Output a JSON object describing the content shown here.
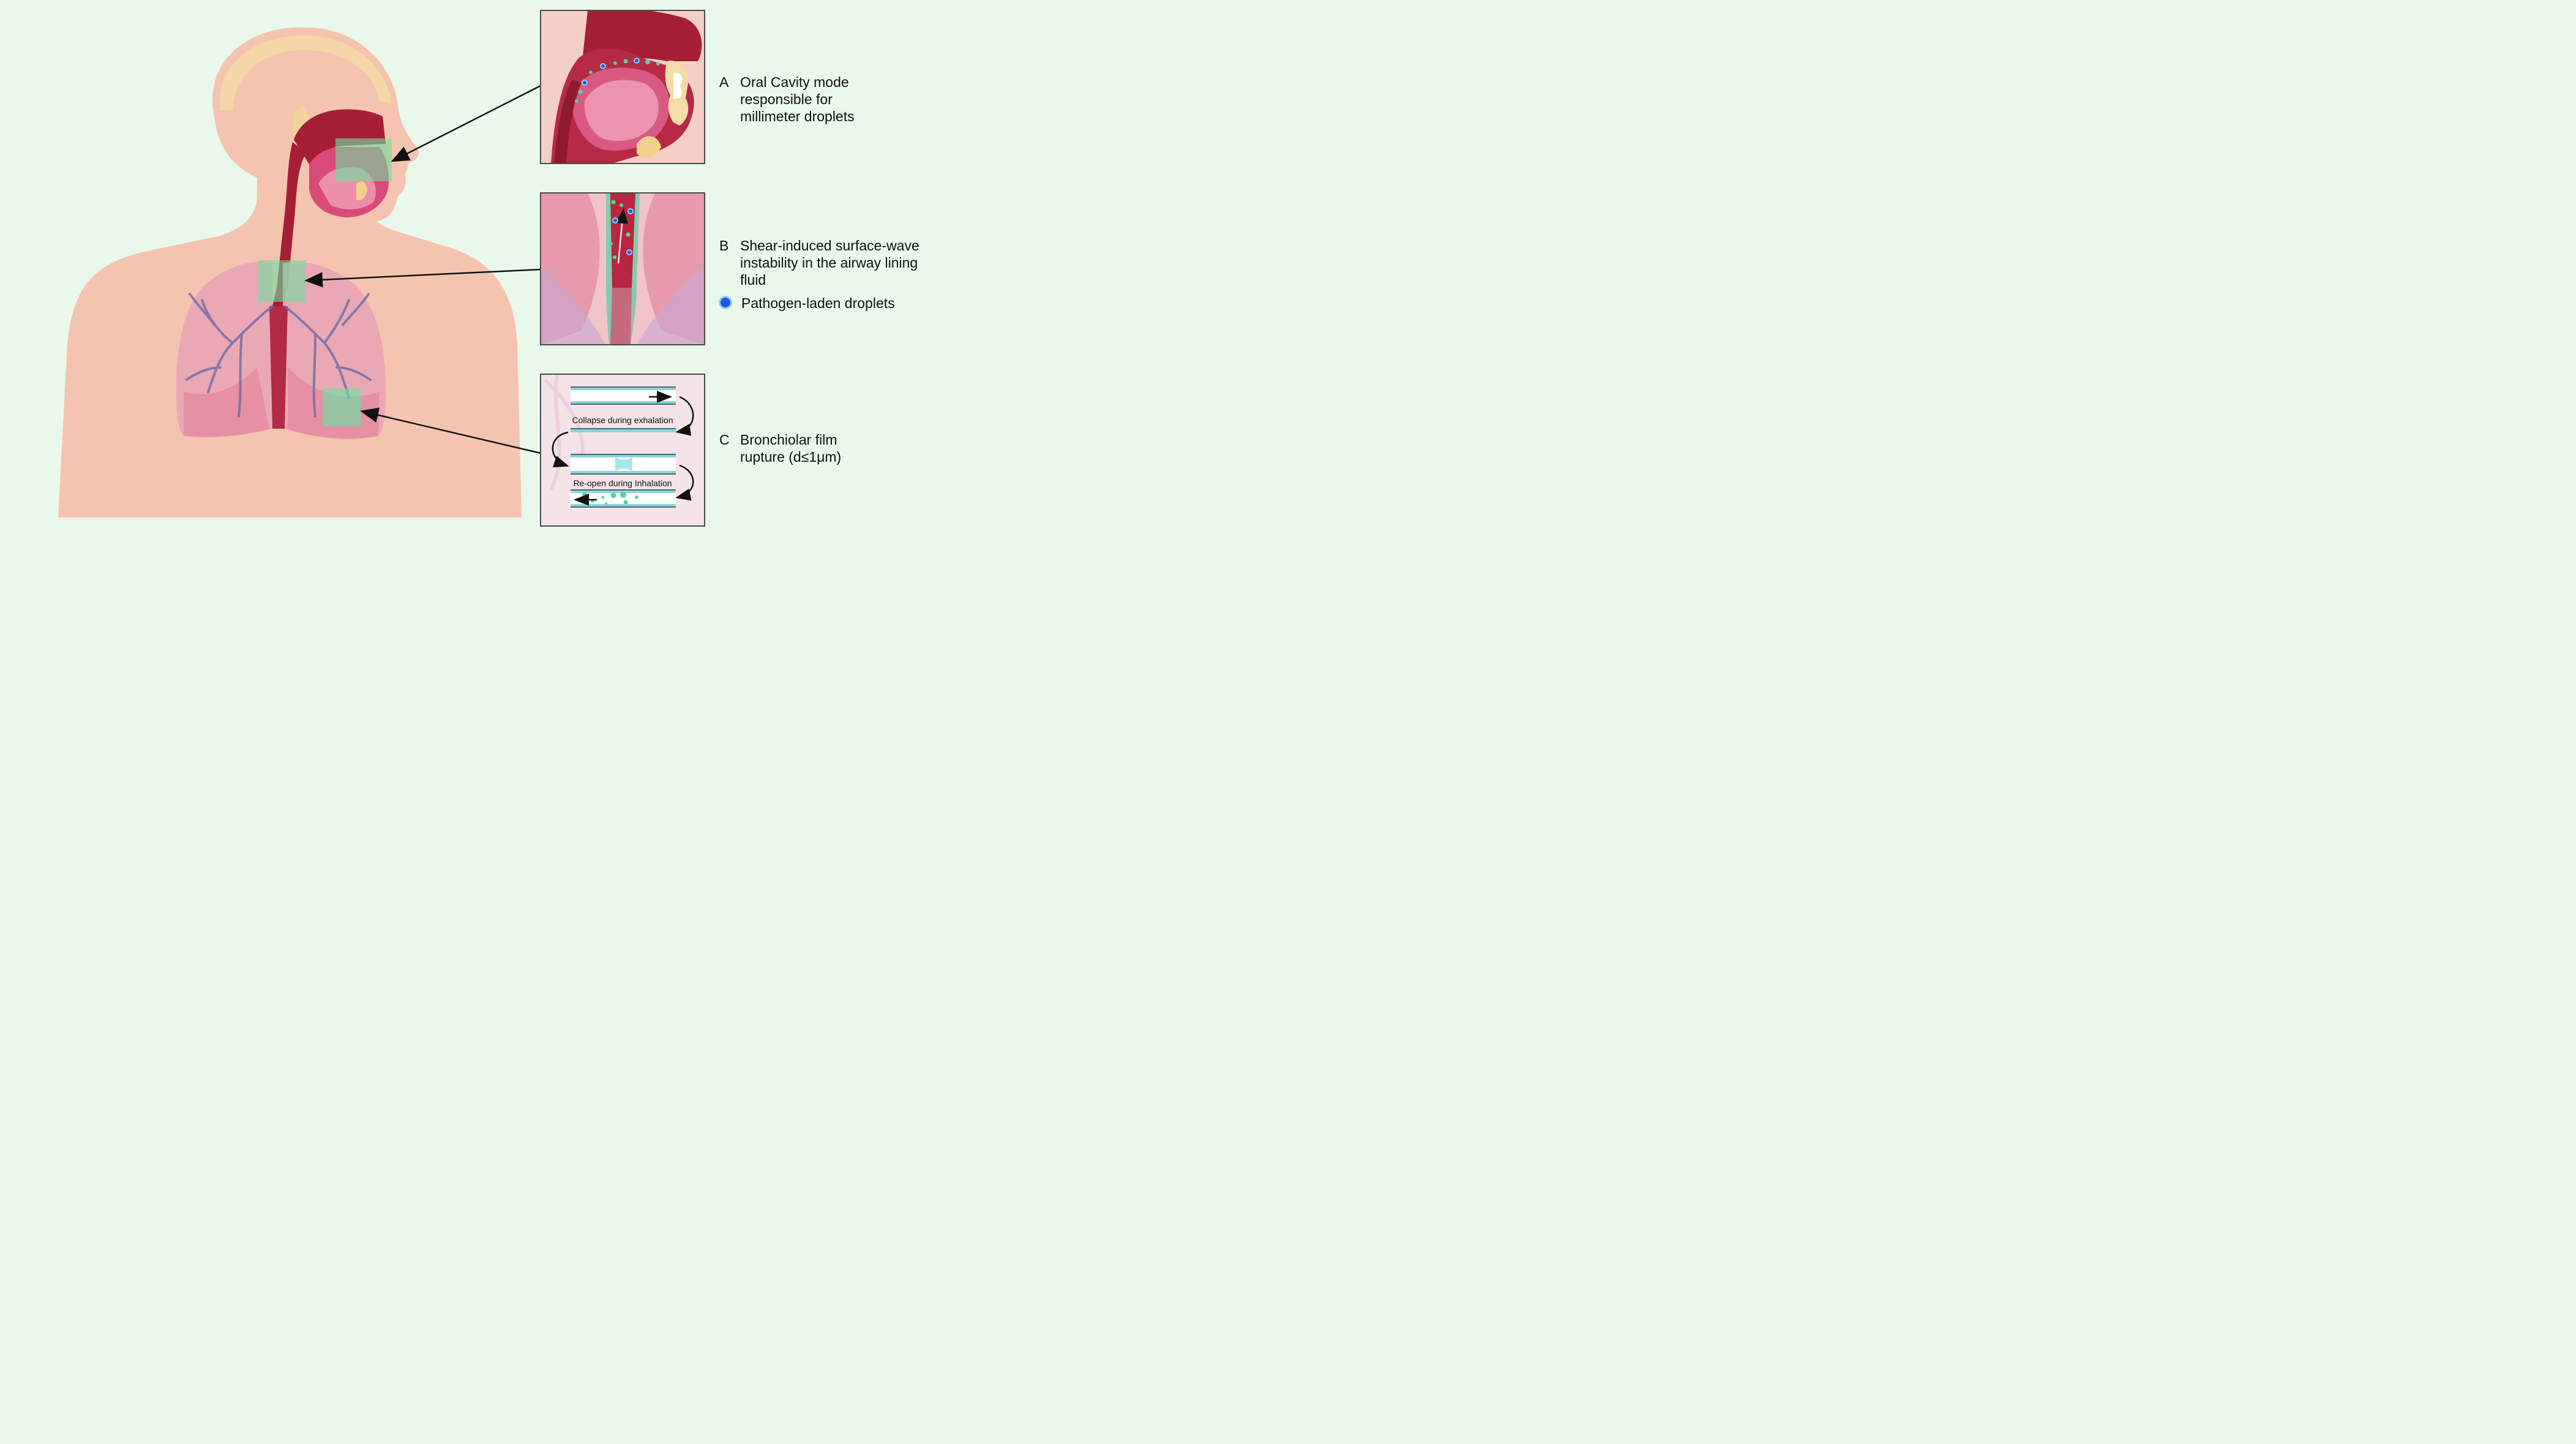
{
  "colors": {
    "background": "#e9f8ea",
    "skin": "#f5c9b6",
    "airway": "#a51f34",
    "lung": "#e8a3b6",
    "highlight": "#6fe0a0",
    "droplet_blue": "#1e5bd8",
    "droplet_green": "#4fd896"
  },
  "captions": {
    "a": {
      "letter": "A",
      "text": "Oral Cavity mode responsible for millimeter droplets"
    },
    "b": {
      "letter": "B",
      "text": "Shear-induced surface-wave instability in the airway lining fluid"
    },
    "c": {
      "letter": "C",
      "text": "Bronchiolar film rupture (d≤1μm)"
    }
  },
  "legend": {
    "label": "Pathogen-laden droplets",
    "icon": "droplet-dot-icon"
  },
  "panel_c": {
    "collapse_label": "Collapse during exhalation",
    "reopen_label": "Re-open during Inhalation"
  }
}
